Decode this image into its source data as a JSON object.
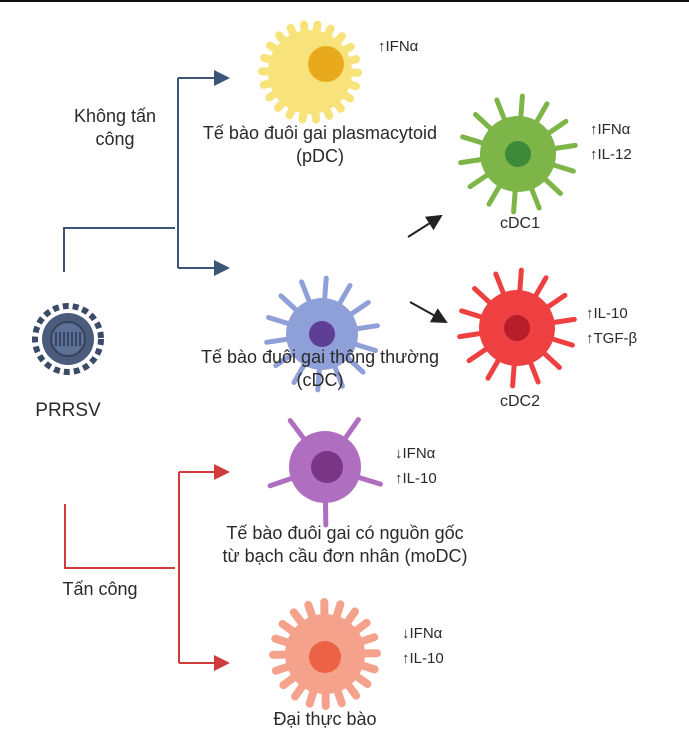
{
  "virus": {
    "label": "PRRSV"
  },
  "branches": {
    "non_attack": {
      "label_line1": "Không tấn",
      "label_line2": "công",
      "color": "#3b5578"
    },
    "attack": {
      "label": "Tấn công",
      "color": "#d03a3a"
    }
  },
  "cells": {
    "pdc": {
      "name_line1": "Tế bào đuôi gai plasmacytoid",
      "name_line2": "(pDC)",
      "cytokines": [
        "↑IFNα"
      ],
      "color": "#f8e27a",
      "nucleus": "#e8aa1c"
    },
    "cdc": {
      "name_line1": "Tế bào đuôi gai thông thường",
      "name_line2": "(cDC)",
      "color": "#8f9fd8",
      "nucleus": "#5e3f95"
    },
    "cdc1": {
      "name": "cDC1",
      "cytokines": [
        "↑IFNα",
        "↑IL-12"
      ],
      "color": "#7db548",
      "nucleus": "#3d8a3a"
    },
    "cdc2": {
      "name": "cDC2",
      "cytokines": [
        "↑IL-10",
        "↑TGF-β"
      ],
      "color": "#ee4040",
      "nucleus": "#b81e2a"
    },
    "modc": {
      "name_line1": "Tế bào đuôi gai có nguồn gốc",
      "name_line2": "từ bạch cầu đơn nhân (moDC)",
      "cytokines": [
        "↓IFNα",
        "↑IL-10"
      ],
      "color": "#b06ec0",
      "nucleus": "#7a3585"
    },
    "macrophage": {
      "name": "Đại thực bào",
      "cytokines": [
        "↓IFNα",
        "↑IL-10"
      ],
      "color": "#f5a28c",
      "nucleus": "#ec6244"
    }
  }
}
